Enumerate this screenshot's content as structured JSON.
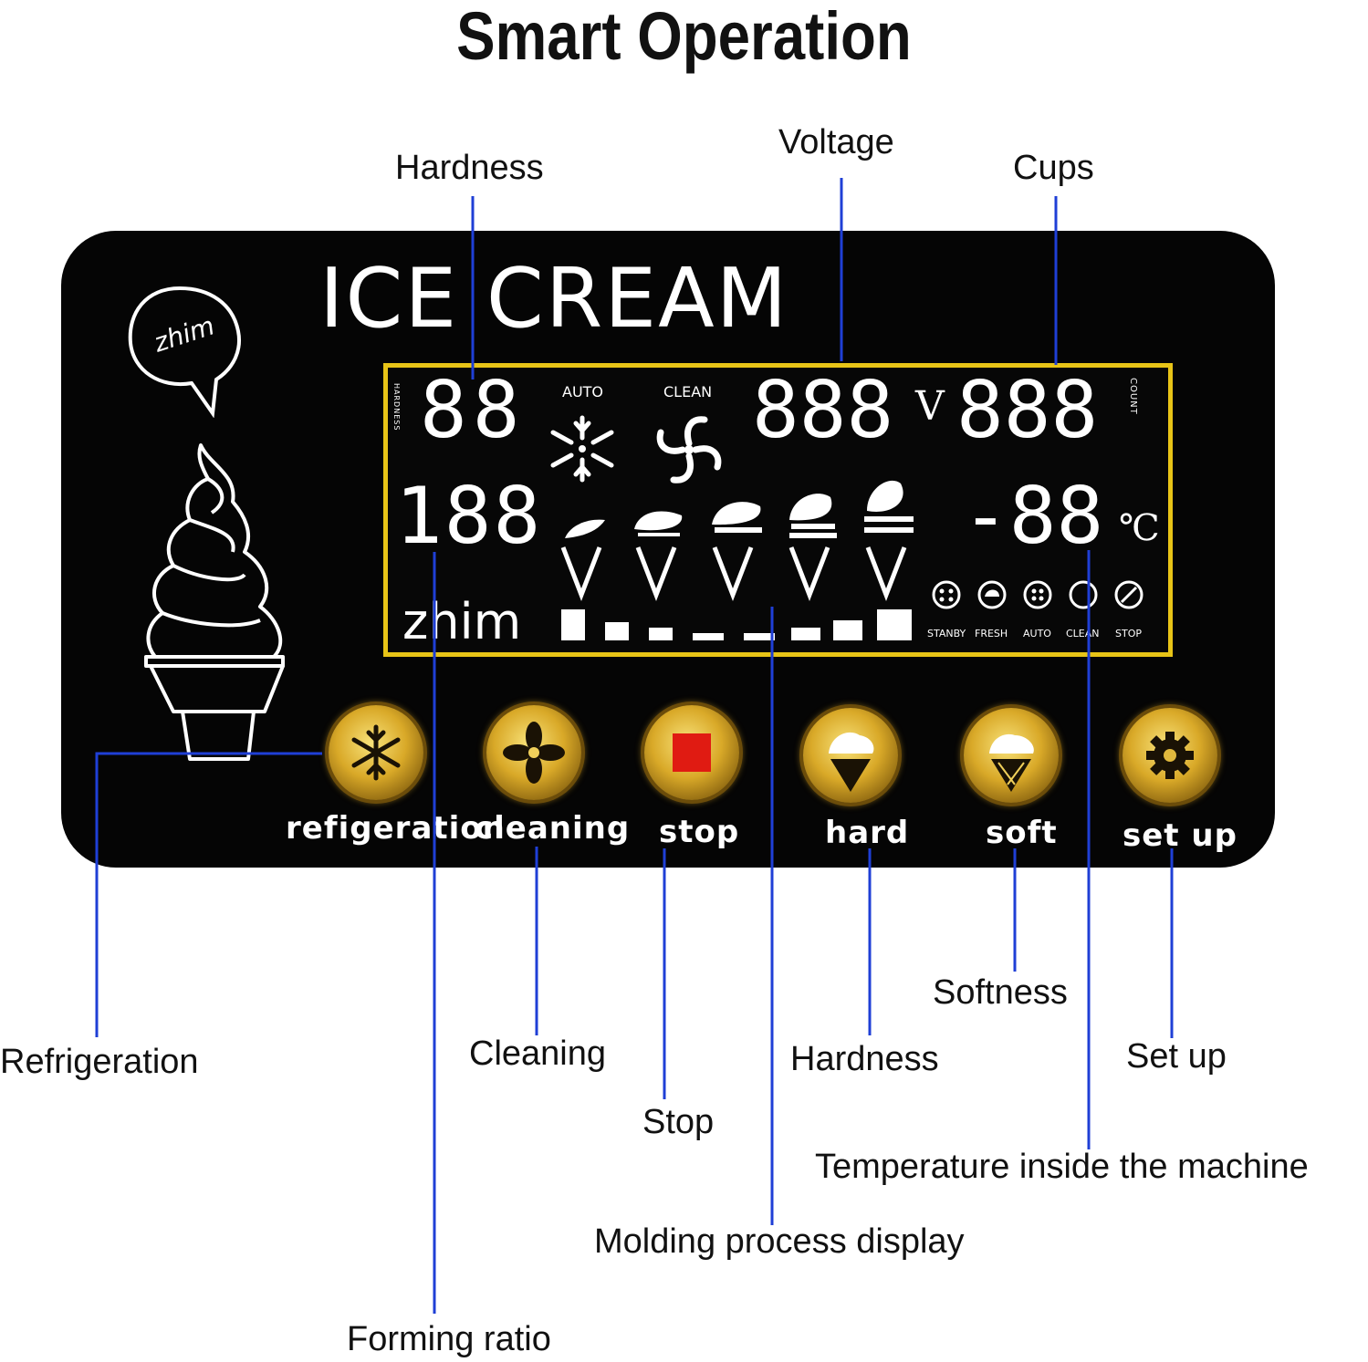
{
  "title": "Smart Operation",
  "panel": {
    "brand": "ICE CREAM",
    "logo_text": "zhim",
    "lcd_logo": "zhim",
    "hardness_digits": "88",
    "hardness_side_label": "HARDNESS",
    "ratio_digits": "188",
    "auto_label": "AUTO",
    "clean_label": "CLEAN",
    "voltage_digits": "888",
    "voltage_unit": "V",
    "cups_digits": "888",
    "count_label": "COUNT",
    "temp_digits": "-88",
    "temp_unit": "℃",
    "status_labels": [
      "STANBY",
      "FRESH",
      "AUTO",
      "CLEAN",
      "STOP"
    ]
  },
  "buttons": [
    {
      "label": "refigeration",
      "icon": "snowflake-icon"
    },
    {
      "label": "cleaning",
      "icon": "fan-icon"
    },
    {
      "label": "stop",
      "icon": "stop-square-icon"
    },
    {
      "label": "hard",
      "icon": "hard-cone-icon"
    },
    {
      "label": "soft",
      "icon": "soft-cone-icon"
    },
    {
      "label": "set up",
      "icon": "gear-icon"
    }
  ],
  "callouts": {
    "hardness_top": "Hardness",
    "voltage": "Voltage",
    "cups": "Cups",
    "refrigeration": "Refrigeration",
    "cleaning": "Cleaning",
    "stop": "Stop",
    "softness": "Softness",
    "hardness_bottom": "Hardness",
    "set_up": "Set up",
    "temperature": "Temperature inside the machine",
    "molding": "Molding process display",
    "forming": "Forming ratio"
  },
  "colors": {
    "leader_line": "#1f3fd6",
    "lcd_frame": "#e8c417",
    "panel": "#050505",
    "stop_red": "#e01b12"
  }
}
